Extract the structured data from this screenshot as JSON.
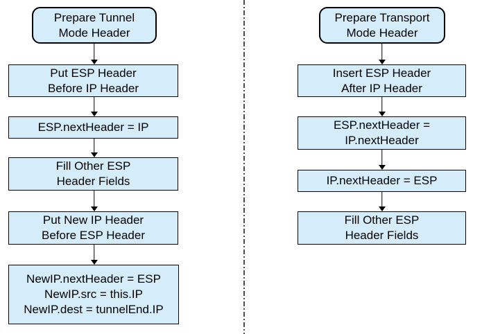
{
  "diagram": {
    "colors": {
      "box_fill": "#d5edfa",
      "box_border": "#000000",
      "text": "#000000",
      "arrow": "#000000",
      "divider": "#4d4d4d",
      "background": "#ffffff"
    },
    "left_flowchart": {
      "boxes": [
        {
          "type": "rounded",
          "lines": [
            "Prepare Tunnel",
            "Mode Header"
          ]
        },
        {
          "type": "rect",
          "lines": [
            "Put ESP Header",
            "Before IP Header"
          ]
        },
        {
          "type": "rect",
          "lines": [
            "ESP.nextHeader = IP"
          ]
        },
        {
          "type": "rect",
          "lines": [
            "Fill Other ESP",
            "Header Fields"
          ]
        },
        {
          "type": "rect",
          "lines": [
            "Put New IP Header",
            "Before ESP Header"
          ]
        },
        {
          "type": "rect",
          "lines": [
            "NewIP.nextHeader = ESP",
            "NewIP.src = this.IP",
            "NewIP.dest = tunnelEnd.IP"
          ]
        }
      ]
    },
    "right_flowchart": {
      "boxes": [
        {
          "type": "rounded",
          "lines": [
            "Prepare Transport",
            "Mode Header"
          ]
        },
        {
          "type": "rect",
          "lines": [
            "Insert ESP Header",
            "After IP Header"
          ]
        },
        {
          "type": "rect",
          "lines": [
            "ESP.nextHeader =",
            "IP.nextHeader"
          ]
        },
        {
          "type": "rect",
          "lines": [
            "IP.nextHeader = ESP"
          ]
        },
        {
          "type": "rect",
          "lines": [
            "Fill Other ESP",
            "Header Fields"
          ]
        }
      ]
    }
  }
}
